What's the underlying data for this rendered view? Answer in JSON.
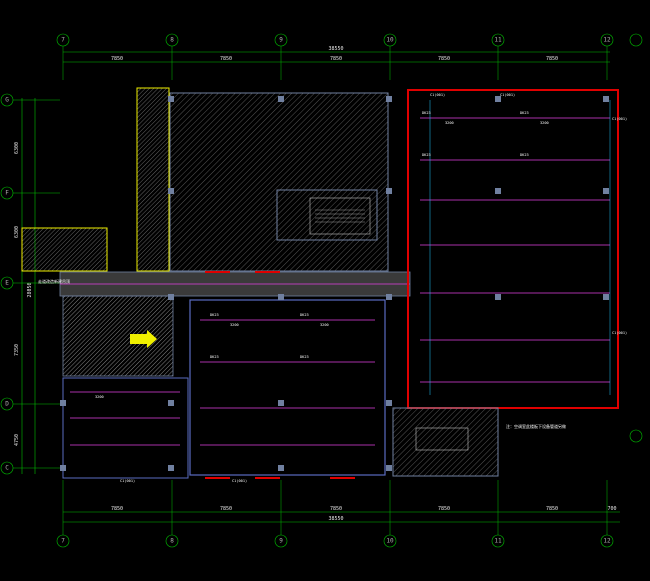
{
  "title": "",
  "colors": {
    "background": "#000000",
    "axis_line": "#00c000",
    "wall_red": "#e00000",
    "wall_yellow": "#f0f000",
    "column_fill": "#7080a0",
    "wall_blue": "#5a6cc0",
    "fixture_magenta": "#e040e0",
    "pipe_cyan": "#20c8ff",
    "stair_hatch": "#a0a0a0",
    "corridor": "#606060",
    "text": "#ffffff"
  },
  "axes": {
    "top": [
      "7",
      "8",
      "9",
      "10",
      "11",
      "12"
    ],
    "bottom": [
      "7",
      "8",
      "9",
      "10",
      "11",
      "12"
    ],
    "left": [
      "G",
      "F",
      "E",
      "D",
      "C"
    ]
  },
  "dimensions": {
    "top_total": "38550",
    "top_segments": [
      "7850",
      "7850",
      "7850",
      "7850",
      "7850"
    ],
    "bottom_total": "38550",
    "bottom_segments": [
      "7850",
      "7850",
      "7850",
      "7850",
      "7850",
      "700"
    ],
    "left_segments": [
      "6300",
      "6300",
      "7350",
      "4750"
    ],
    "left_total": "28050"
  },
  "notes": {
    "corridor_label": "走道改造新建吊顶",
    "lobby_note": "注：空调室此楼板下设备管道另做",
    "c_labels": [
      "C1(001)",
      "C1(001)",
      "C1(001)",
      "C1(001)",
      "C1(001)",
      "C1(001)"
    ],
    "fixture_label": "DK23"
  },
  "fixture_codes": [
    "DK23",
    "DK23",
    "DK23",
    "DK23",
    "DK23",
    "DK23",
    "DK23",
    "DK23"
  ],
  "dim_codes": [
    "3200",
    "3200",
    "3200",
    "3200",
    "3200"
  ]
}
